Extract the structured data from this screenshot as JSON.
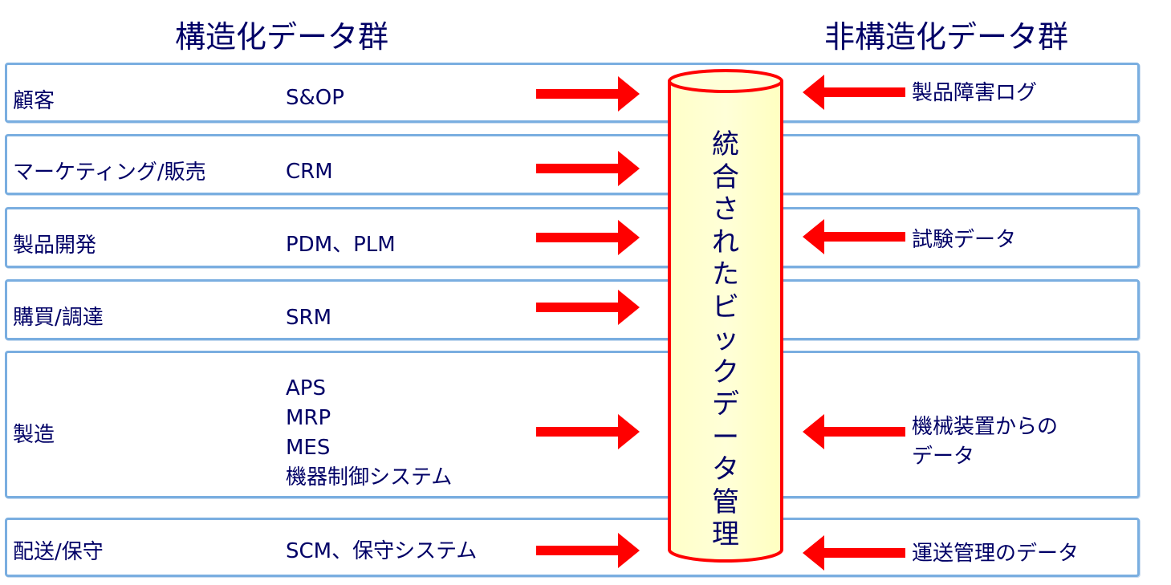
{
  "headings": {
    "structured": "構造化データ群",
    "unstructured": "非構造化データ群"
  },
  "rows": [
    {
      "category": "顧客",
      "systems": [
        "S&OP"
      ],
      "unstructured": [
        "製品障害ログ"
      ]
    },
    {
      "category": "マーケティング/販売",
      "systems": [
        "CRM"
      ],
      "unstructured": []
    },
    {
      "category": "製品開発",
      "systems": [
        "PDM、PLM"
      ],
      "unstructured": [
        "試験データ"
      ]
    },
    {
      "category": "購買/調達",
      "systems": [
        "SRM"
      ],
      "unstructured": []
    },
    {
      "category": "製造",
      "systems": [
        "APS",
        "MRP",
        "MES",
        "機器制御システム"
      ],
      "unstructured": [
        "機械装置からの",
        "データ"
      ]
    },
    {
      "category": "配送/保守",
      "systems": [
        "SCM、保守システム"
      ],
      "unstructured": [
        "運送管理のデータ"
      ]
    }
  ],
  "hub": {
    "label": "統合されたビックデータ管理"
  },
  "colors": {
    "text": "#000066",
    "row_border": "#7aaee0",
    "arrow": "#ff0000",
    "cylinder_fill": "#ffffc8",
    "cylinder_stroke": "#ff0000"
  }
}
